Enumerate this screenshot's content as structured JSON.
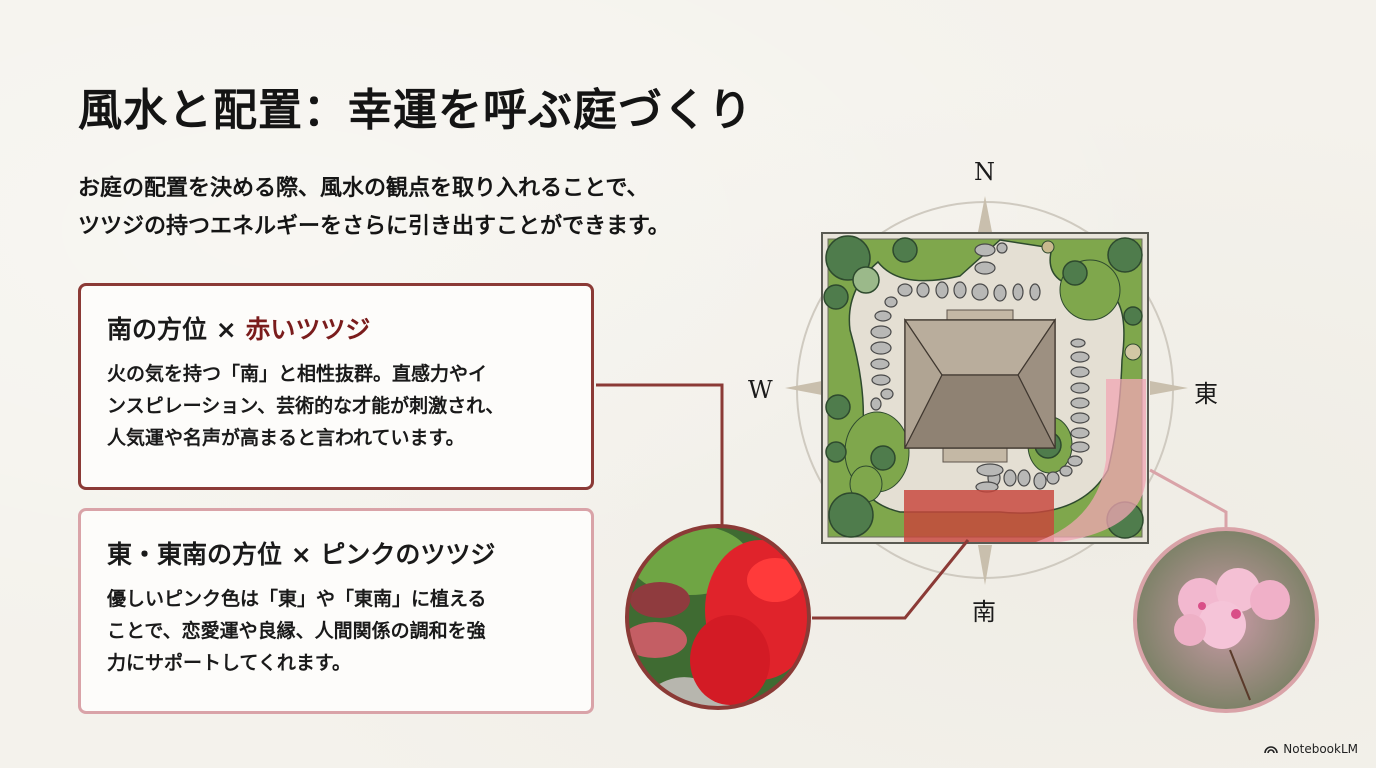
{
  "slide": {
    "title": "風水と配置：幸運を呼ぶ庭づくり",
    "subtitle_lines": [
      "お庭の配置を決める際、風水の観点を取り入れることで、",
      "ツツジの持つエネルギーをさらに引き出すことができます。"
    ]
  },
  "cards": [
    {
      "title_prefix": "南の方位 × ",
      "title_accent": "赤いツツジ",
      "body_lines": [
        "火の気を持つ「南」と相性抜群。直感力やイ",
        "ンスピレーション、芸術的な才能が刺激され、",
        "人気運や名声が高まると言われています。"
      ],
      "border_color": "#8b3a36",
      "accent_color": "#7a1c1c"
    },
    {
      "title_prefix": "東・東南の方位 × ピンクのツツジ",
      "title_accent": "",
      "body_lines": [
        "優しいピンク色は「東」や「東南」に植える",
        "ことで、恋愛運や良縁、人間関係の調和を強",
        "力にサポートしてくれます。"
      ],
      "border_color": "#d9a3a8",
      "accent_color": ""
    }
  ],
  "compass": {
    "north": "N",
    "west": "W",
    "east": "東",
    "south": "南"
  },
  "diagram": {
    "south_zone_color": "#c8463c",
    "east_zone_color": "#f2a7b4",
    "red_photo_alt": "赤いツツジの庭",
    "pink_photo_alt": "ピンクのツツジ"
  },
  "footer": {
    "brand": "NotebookLM"
  }
}
